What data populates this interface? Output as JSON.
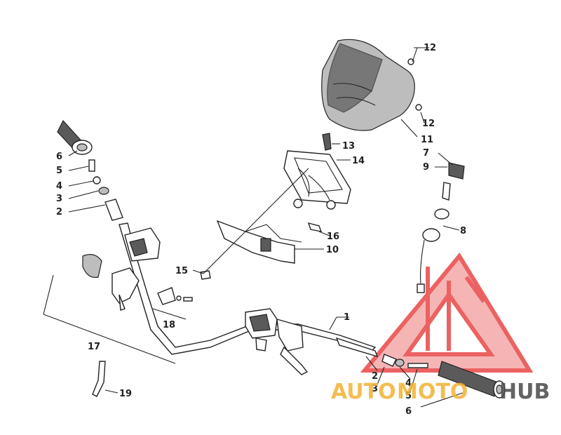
{
  "diagram": {
    "part_labels": [
      "1",
      "2",
      "2",
      "3",
      "3",
      "4",
      "4",
      "5",
      "5",
      "6",
      "6",
      "7",
      "8",
      "9",
      "10",
      "11",
      "12",
      "12",
      "13",
      "14",
      "15",
      "16",
      "17",
      "18",
      "19"
    ]
  },
  "watermark": {
    "brand_prefix": "AUTO",
    "brand_middle": "MOTO",
    "brand_suffix": "HUB",
    "colors": {
      "logo": "#e83a3a",
      "prefix": "#f2b233",
      "middle": "#f2b233",
      "suffix": "#4a4a4a"
    }
  }
}
